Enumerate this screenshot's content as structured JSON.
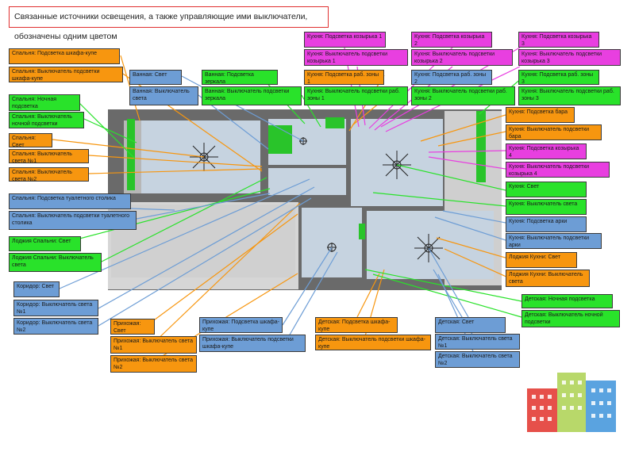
{
  "title": "Связанные источники освещения, а также управляющие ими выключатели, обозначены одним цветом",
  "colors": {
    "orange": "#f7960f",
    "green": "#29e22a",
    "blue": "#6d9dd5",
    "pink": "#e83fe0",
    "title_border": "#e03030"
  },
  "labels": {
    "l01": "Спальня: Подсветка шкафа-купе",
    "l02": "Спальня: Выключатель подсветки шкафа-купе",
    "l03": "Спальня: Ночная подсветка",
    "l04": "Спальня: Выключатель ночной подсветки",
    "l05": "Спальня: Свет",
    "l06": "Спальня: Выключатель света №1",
    "l07": "Спальня: Выключатель света №2",
    "l08": "Спальня: Подсветка туалетного столика",
    "l09": "Спальня: Выключатель подсветки туалетного столика",
    "l10": "Лоджия Спальни: Свет",
    "l11": "Лоджия Спальни: Выключатель света",
    "l12": "Коридор: Свет",
    "l13": "Коридор: Выключатель света №1",
    "l14": "Коридор: Выключатель света №2",
    "l15": "Ванная: Свет",
    "l16": "Ванная: Выключатель света",
    "l17": "Ванная: Подсветка зеркала",
    "l18": "Ванная: Выключатель подсветки зеркала",
    "l19": "Кухня: Подсветка козырька 1",
    "l20": "Кухня: Выключатель подсветки козырька 1",
    "l21": "Кухня: Подсветка козырька 2",
    "l22": "Кухня: Выключатель подсветки козырька 2",
    "l23": "Кухня: Подсветка козырька 3",
    "l24": "Кухня: Выключатель подсветки козырька 3",
    "l25": "Кухня: Подсветка раб. зоны 1",
    "l26": "Кухня: Выключатель подсветки раб. зоны 1",
    "l27": "Кухня: Подсветка раб. зоны 2",
    "l28": "Кухня: Выключатель подсветки раб. зоны 2",
    "l29": "Кухня: Подсветка раб. зоны 3",
    "l30": "Кухня: Выключатель подсветки раб. зоны 3",
    "l31": "Кухня: Подсветка бара",
    "l32": "Кухня: Выключатель подсветки бара",
    "l33": "Кухня: Подсветка козырька 4",
    "l34": "Кухня: Выключатель подсветки козырька 4",
    "l35": "Кухня: Свет",
    "l36": "Кухня: Выключатель света",
    "l37": "Кухня: Подсветка арки",
    "l38": "Кухня: Выключатель подсветки арки",
    "l39": "Лоджия Кухни: Свет",
    "l40": "Лоджия Кухни: Выключатель света",
    "l41": "Детская: Ночная подсветка",
    "l42": "Детская: Выключатель ночной подсветки",
    "l43": "Детская: Свет",
    "l44": "Детская: Выключатель света №1",
    "l45": "Детская: Выключатель света №2",
    "l46": "Детская: Подсветка шкафа-купе",
    "l47": "Детская: Выключатель подсветки шкафа-купе",
    "l48": "Прихожая: Свет",
    "l49": "Прихожая: Выключатель света №1",
    "l50": "Прихожая: Выключатель света №2",
    "l51": "Прихожая: Подсветка шкафа-купе",
    "l52": "Прихожая: Выключатель подсветки шкафа-купе"
  }
}
